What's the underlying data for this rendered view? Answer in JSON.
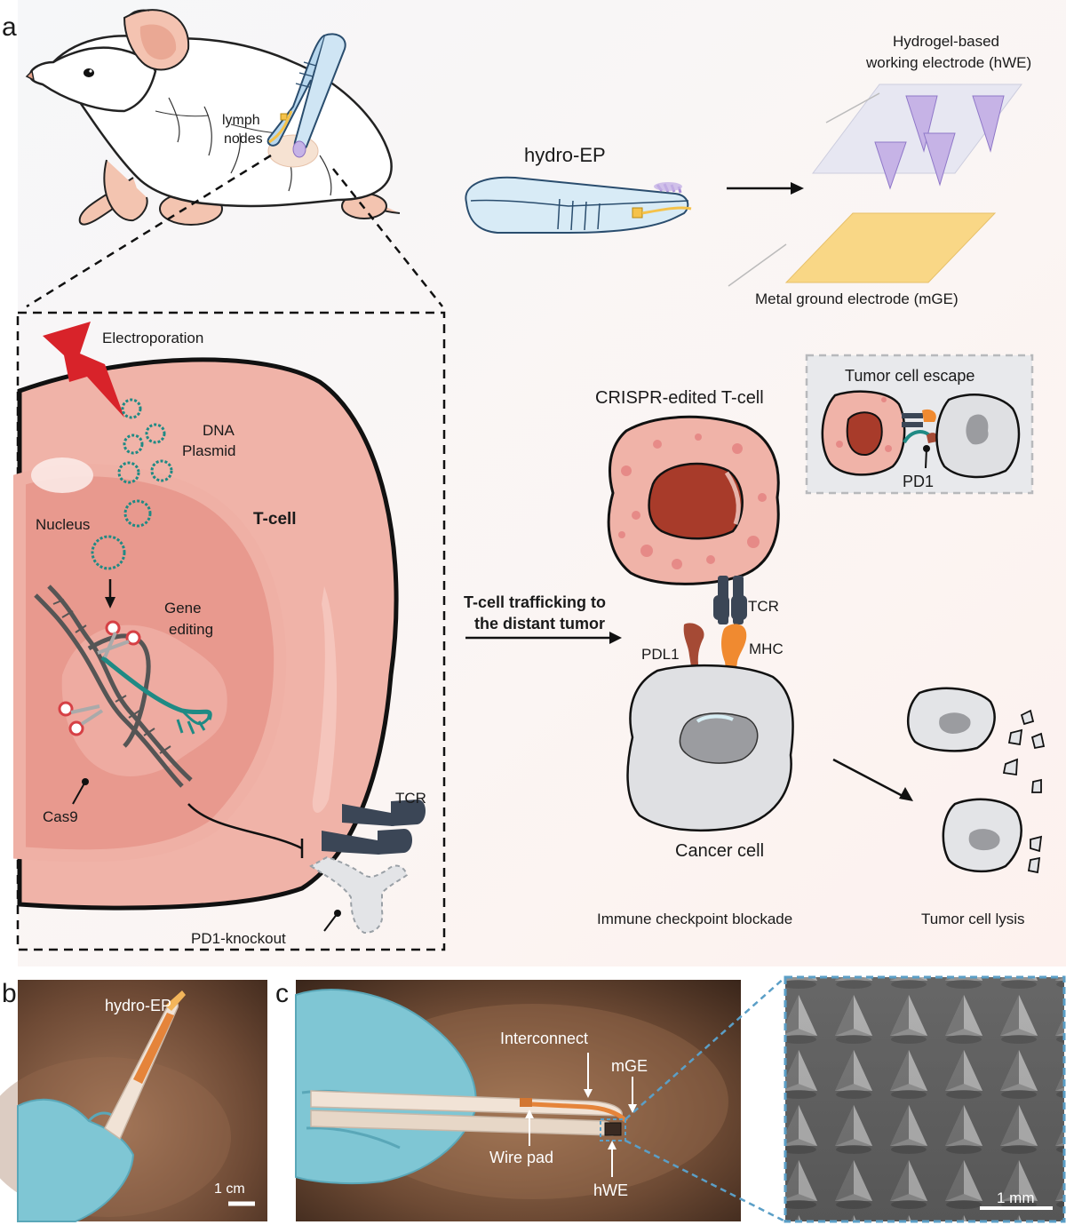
{
  "panels": {
    "a": "a",
    "b": "b",
    "c": "c"
  },
  "mouse": {
    "lymph_label_1": "lymph",
    "lymph_label_2": "nodes"
  },
  "device": {
    "title": "hydro-EP",
    "hwe_label_1": "Hydrogel-based",
    "hwe_label_2": "working electrode (hWE)",
    "mge_label": "Metal ground electrode (mGE)"
  },
  "tcell_inset": {
    "electroporation": "Electroporation",
    "plasmid_1": "DNA",
    "plasmid_2": "Plasmid",
    "nucleus": "Nucleus",
    "tcell": "T-cell",
    "gene_1": "Gene",
    "gene_2": "editing",
    "cas9": "Cas9",
    "tcr": "TCR",
    "pd1_knockout": "PD1-knockout"
  },
  "trafficking": {
    "line_1": "T-cell trafficking to",
    "line_2": "the distant tumor"
  },
  "edited": {
    "title": "CRISPR-edited T-cell",
    "escape_title": "Tumor cell escape",
    "pd1": "PD1",
    "tcr": "TCR",
    "pdl1": "PDL1",
    "mhc": "MHC",
    "cancer": "Cancer cell",
    "checkpoint": "Immune checkpoint blockade",
    "lysis": "Tumor cell lysis"
  },
  "photo_b": {
    "title": "hydro-EP",
    "scale": "1 cm"
  },
  "photo_c": {
    "interconnect": "Interconnect",
    "mge": "mGE",
    "wire_pad": "Wire pad",
    "hwe": "hWE"
  },
  "sem": {
    "scale": "1 mm"
  },
  "colors": {
    "cell_pink": "#f0b3a8",
    "nucleus_pink": "#e3968b",
    "dna_teal": "#1f8a84",
    "scissor_red": "#d64045",
    "lightning_red": "#d8232a",
    "electrode_purple": "#c6b3e6",
    "electrode_gold": "#f5c24a",
    "cancer_grey": "#dfe0e3",
    "receptor_navy": "#3b4656",
    "mhc_orange": "#f08a30",
    "pdl1_brown": "#a54a35",
    "glove_blue": "#7fc6d4",
    "inset_blue": "#5b9fc7"
  }
}
